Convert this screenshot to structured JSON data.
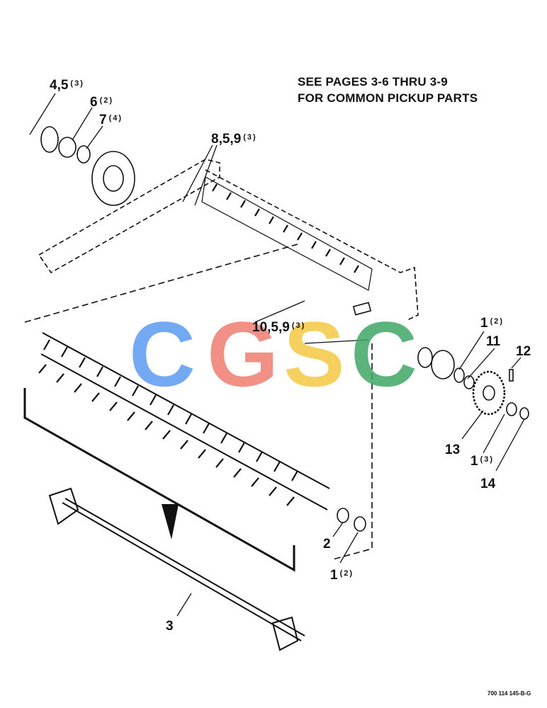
{
  "note": {
    "line1": "SEE PAGES 3-6 THRU 3-9",
    "line2": "FOR COMMON PICKUP PARTS"
  },
  "callouts": [
    {
      "id": "c45",
      "label": "4,5",
      "qty": "(3)"
    },
    {
      "id": "c6",
      "label": "6",
      "qty": "(2)"
    },
    {
      "id": "c7",
      "label": "7",
      "qty": "(4)"
    },
    {
      "id": "c859",
      "label": "8,5,9",
      "qty": "(3)"
    },
    {
      "id": "c1059",
      "label": "10,5,9",
      "qty": "(3)"
    },
    {
      "id": "c1a",
      "label": "1",
      "qty": "(2)"
    },
    {
      "id": "c11",
      "label": "11",
      "qty": ""
    },
    {
      "id": "c12",
      "label": "12",
      "qty": ""
    },
    {
      "id": "c13",
      "label": "13",
      "qty": ""
    },
    {
      "id": "c1b",
      "label": "1",
      "qty": "(3)"
    },
    {
      "id": "c14",
      "label": "14",
      "qty": ""
    },
    {
      "id": "c2",
      "label": "2",
      "qty": ""
    },
    {
      "id": "c1c",
      "label": "1",
      "qty": "(2)"
    },
    {
      "id": "c3",
      "label": "3",
      "qty": ""
    }
  ],
  "figure_code": "700 114 145-B-G",
  "watermark": {
    "letters": [
      "C",
      "G",
      "S",
      "C"
    ],
    "colors": [
      "#5b9bf0",
      "#f07d72",
      "#f5c842",
      "#3fa864"
    ]
  }
}
